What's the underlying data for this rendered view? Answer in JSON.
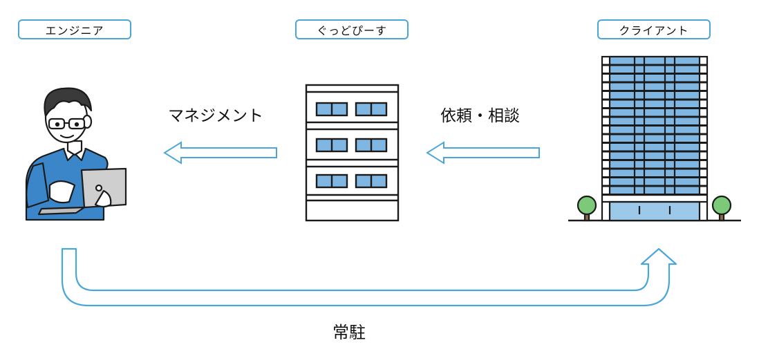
{
  "tags": {
    "engineer": "エンジニア",
    "company": "ぐっどぴーす",
    "client": "クライアント"
  },
  "flows": {
    "management": "マネジメント",
    "request": "依頼・相談",
    "resident": "常駐"
  },
  "icons": {
    "engineer": "engineer-with-laptop-icon",
    "company": "small-office-building-icon",
    "client": "high-rise-office-building-icon"
  },
  "colors": {
    "accent_border": "#4aa6d8",
    "arrow_stroke": "#4aa6d8",
    "window_blue": "#7fb6e2",
    "shirt_blue": "#3a86c8",
    "tree_green": "#7dc97a"
  }
}
